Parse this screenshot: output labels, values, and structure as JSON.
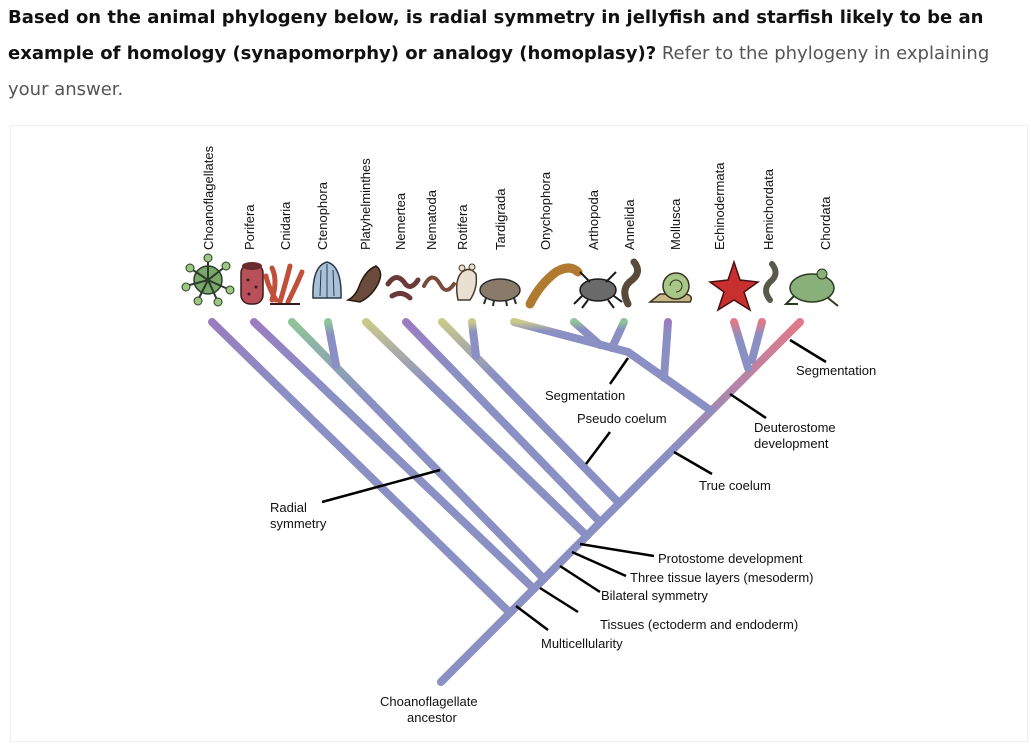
{
  "question": {
    "bold": "Based on the animal phylogeny below, is radial symmetry in jellyfish and starfish likely to be an example of homology (synapomorphy) or analogy (homoplasy)?",
    "plain": " Refer to the phylogeny in explaining your answer."
  },
  "taxa": [
    "Choanoflagellates",
    "Porifera",
    "Cnidaria",
    "Ctenophora",
    "Platyhelminthes",
    "Nemertea",
    "Nematoda",
    "Rotifera",
    "Tardigrada",
    "Onychophora",
    "Arthopoda",
    "Annelida",
    "Mollusca",
    "Echinodermata",
    "Hemichordata",
    "Chordata"
  ],
  "traits": {
    "segmentation_left": "Segmentation",
    "pseudo_coelum": "Pseudo coelum",
    "segmentation_right": "Segmentation",
    "deuterostome_1": "Deuterostome",
    "deuterostome_2": "development",
    "true_coelum": "True coelum",
    "radial_1": "Radial",
    "radial_2": "symmetry",
    "protostome": "Protostome development",
    "three_tissue": "Three tissue layers (mesoderm)",
    "bilateral": "Bilateral symmetry",
    "tissues": "Tissues (ectoderm and endoderm)",
    "multicellularity": "Multicellularity",
    "root_1": "Choanoflagellate",
    "root_2": "ancestor"
  },
  "colors": {
    "branch": "#8a8fc4",
    "text": "#111111"
  }
}
